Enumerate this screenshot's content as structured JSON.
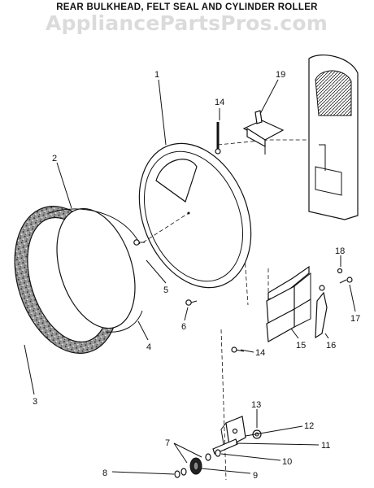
{
  "title": "REAR BULKHEAD, FELT SEAL AND CYLINDER ROLLER",
  "watermark": "AppliancePartsPros.com",
  "callouts": {
    "p1": "1",
    "p2": "2",
    "p3": "3",
    "p4": "4",
    "p5": "5",
    "p6": "6",
    "p7": "7",
    "p8": "8",
    "p9": "9",
    "p10": "10",
    "p11": "11",
    "p12": "12",
    "p13": "13",
    "p14a": "14",
    "p14b": "14",
    "p15": "15",
    "p16": "16",
    "p17": "17",
    "p18": "18",
    "p19": "19"
  },
  "parts": [
    {
      "num": "1",
      "icon": "rear-bulkhead"
    },
    {
      "num": "2",
      "icon": "felt-seal"
    },
    {
      "num": "3",
      "icon": "felt-seal-ring"
    },
    {
      "num": "4",
      "icon": "seal-band"
    },
    {
      "num": "5",
      "icon": "screw"
    },
    {
      "num": "6",
      "icon": "screw"
    },
    {
      "num": "7",
      "icon": "washer"
    },
    {
      "num": "8",
      "icon": "washer"
    },
    {
      "num": "9",
      "icon": "cylinder-roller"
    },
    {
      "num": "10",
      "icon": "washer"
    },
    {
      "num": "11",
      "icon": "roller-shaft"
    },
    {
      "num": "12",
      "icon": "roller-bracket"
    },
    {
      "num": "13",
      "icon": "nut"
    },
    {
      "num": "14",
      "icon": "screw"
    },
    {
      "num": "15",
      "icon": "bracket"
    },
    {
      "num": "16",
      "icon": "clip"
    },
    {
      "num": "17",
      "icon": "screw"
    },
    {
      "num": "18",
      "icon": "screw"
    },
    {
      "num": "19",
      "icon": "mounting-bracket"
    }
  ]
}
